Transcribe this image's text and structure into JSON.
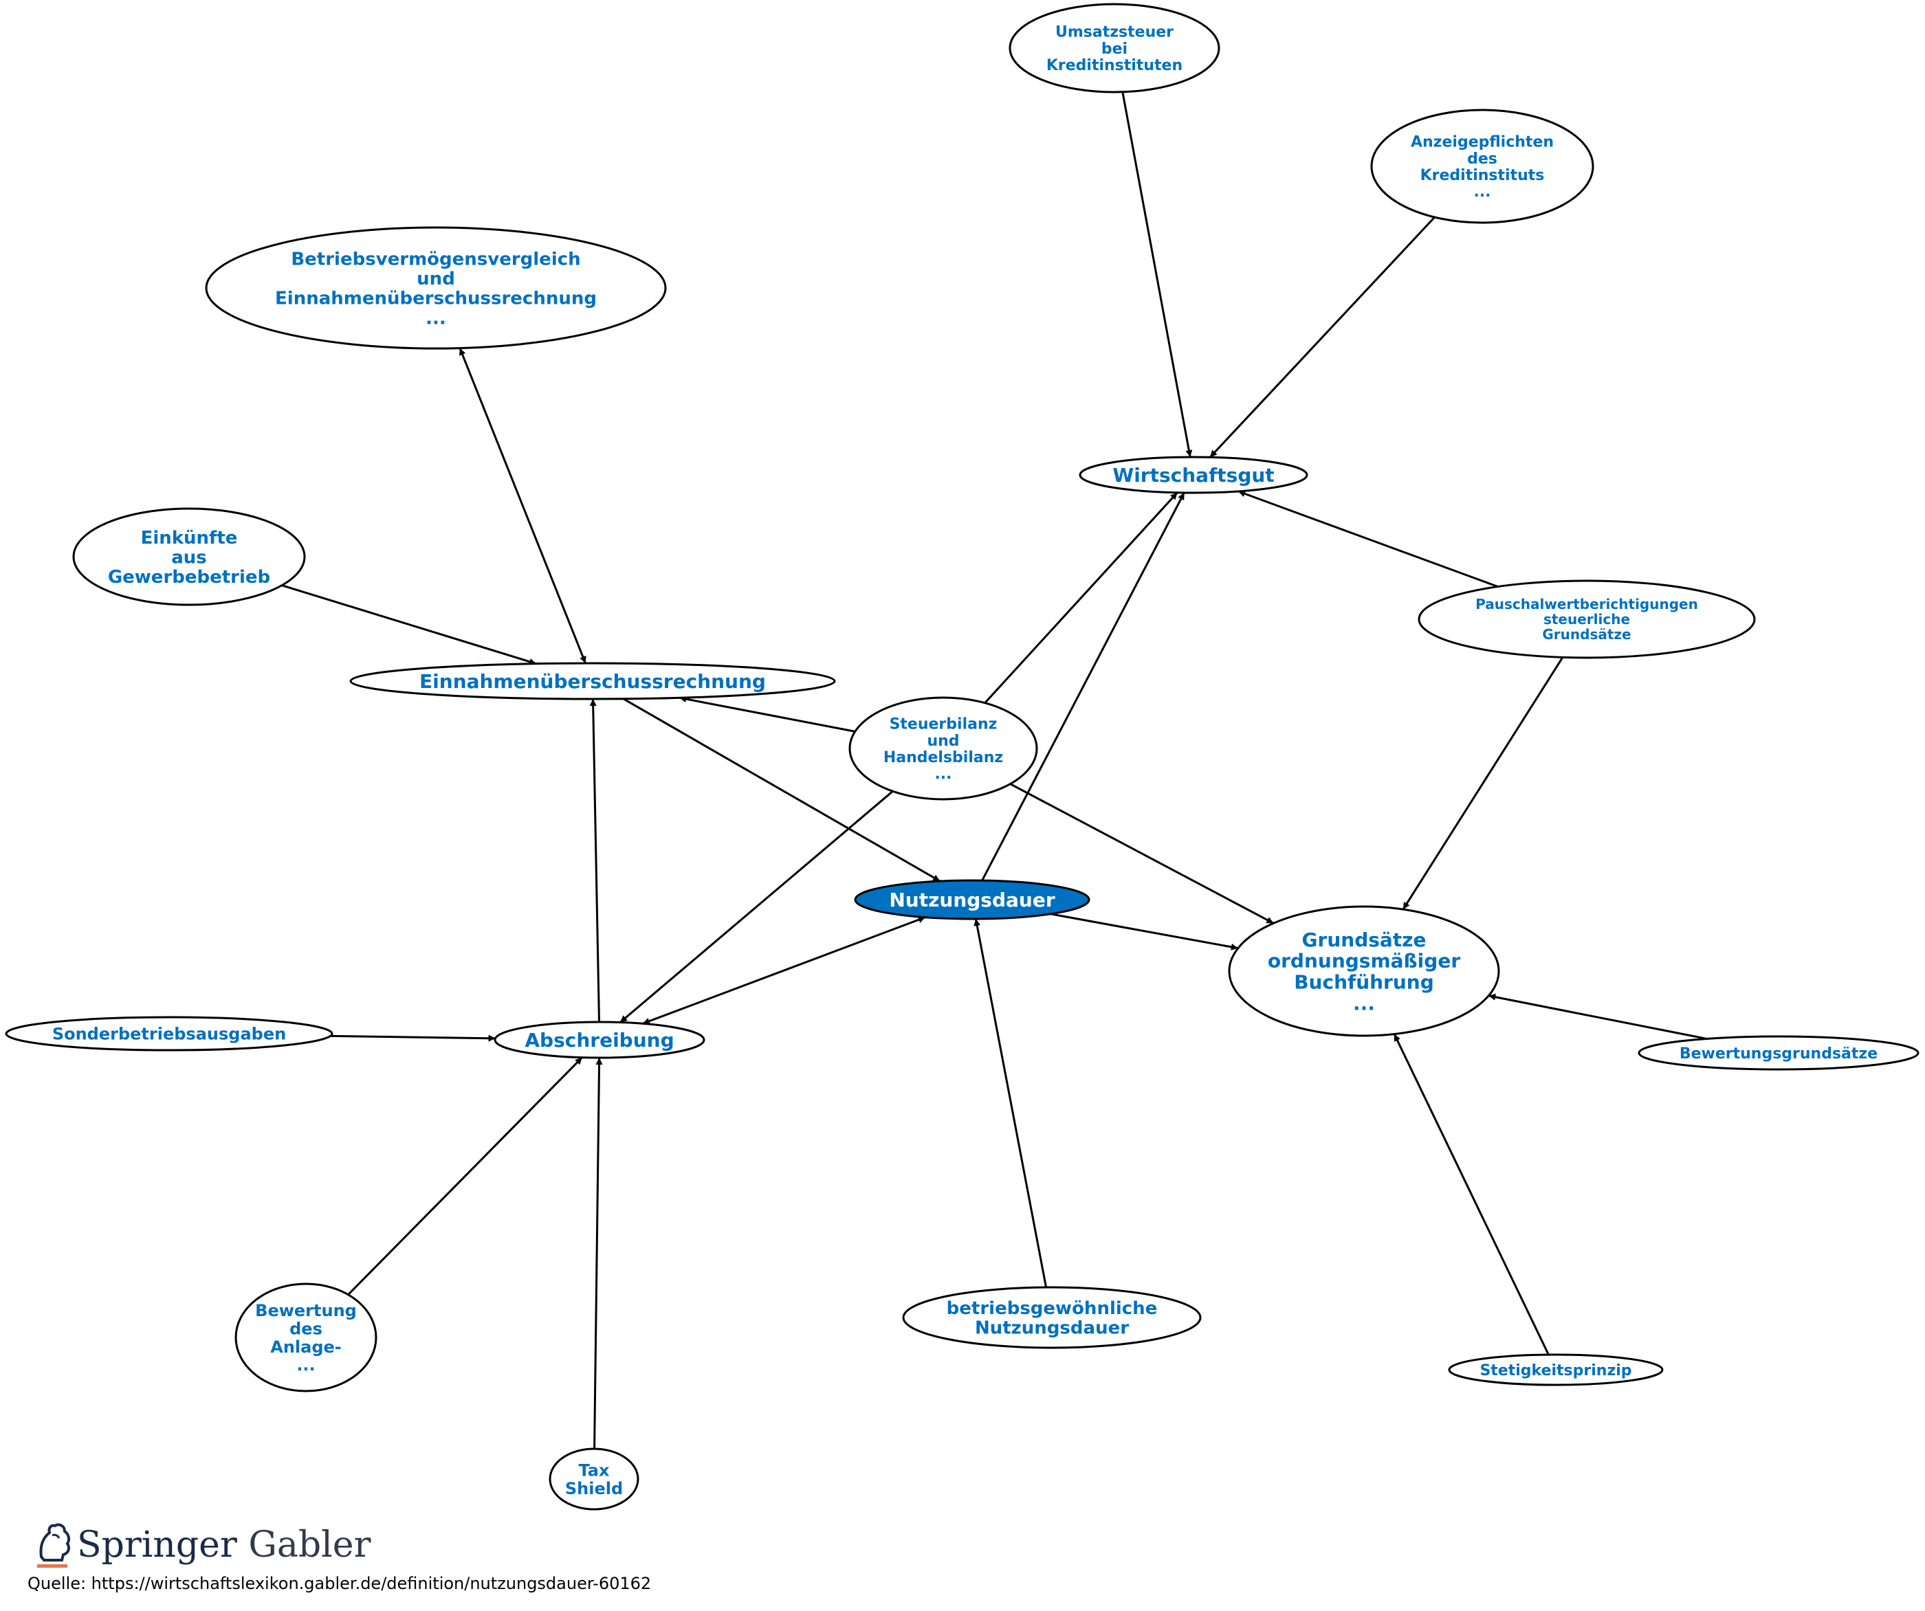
{
  "nodes": [
    {
      "id": "nutzungsdauer",
      "lines": [
        "Nutzungsdauer"
      ],
      "center": true
    },
    {
      "id": "umsatzsteuer",
      "lines": [
        "Umsatzsteuer",
        "bei",
        "Kreditinstituten"
      ]
    },
    {
      "id": "anzeigepflichten",
      "lines": [
        "Anzeigepflichten",
        "des",
        "Kreditinstituts",
        "..."
      ]
    },
    {
      "id": "betriebsvermoegen",
      "lines": [
        "Betriebsvermögensvergleich",
        "und",
        "Einnahmenüberschussrechnung",
        "..."
      ]
    },
    {
      "id": "wirtschaftsgut",
      "lines": [
        "Wirtschaftsgut"
      ]
    },
    {
      "id": "einkuenfte",
      "lines": [
        "Einkünfte",
        "aus",
        "Gewerbebetrieb"
      ]
    },
    {
      "id": "pauschal",
      "lines": [
        "Pauschalwertberichtigungen",
        "steuerliche",
        "Grundsätze"
      ]
    },
    {
      "id": "eur",
      "lines": [
        "Einnahmenüberschussrechnung"
      ]
    },
    {
      "id": "steuerbilanz",
      "lines": [
        "Steuerbilanz",
        "und",
        "Handelsbilanz",
        "..."
      ]
    },
    {
      "id": "gob",
      "lines": [
        "Grundsätze",
        "ordnungsmäßiger",
        "Buchführung",
        "..."
      ]
    },
    {
      "id": "sonder",
      "lines": [
        "Sonderbetriebsausgaben"
      ]
    },
    {
      "id": "abschreibung",
      "lines": [
        "Abschreibung"
      ]
    },
    {
      "id": "bewertungsgrundsaetze",
      "lines": [
        "Bewertungsgrundsätze"
      ]
    },
    {
      "id": "bewertung",
      "lines": [
        "Bewertung",
        "des",
        "Anlage-",
        "..."
      ]
    },
    {
      "id": "betriebsgewoehnlich",
      "lines": [
        "betriebsgewöhnliche",
        "Nutzungsdauer"
      ]
    },
    {
      "id": "stetigkeit",
      "lines": [
        "Stetigkeitsprinzip"
      ]
    },
    {
      "id": "taxshield",
      "lines": [
        "Tax",
        "Shield"
      ]
    }
  ],
  "edges": [
    {
      "from": "umsatzsteuer",
      "to": "wirtschaftsgut"
    },
    {
      "from": "anzeigepflichten",
      "to": "wirtschaftsgut"
    },
    {
      "from": "pauschal",
      "to": "wirtschaftsgut"
    },
    {
      "from": "steuerbilanz",
      "to": "wirtschaftsgut"
    },
    {
      "from": "nutzungsdauer",
      "to": "wirtschaftsgut"
    },
    {
      "from": "eur",
      "to": "betriebsvermoegen",
      "bidirectional": true
    },
    {
      "from": "einkuenfte",
      "to": "eur"
    },
    {
      "from": "steuerbilanz",
      "to": "eur"
    },
    {
      "from": "abschreibung",
      "to": "eur"
    },
    {
      "from": "eur",
      "to": "nutzungsdauer"
    },
    {
      "from": "steuerbilanz",
      "to": "abschreibung"
    },
    {
      "from": "steuerbilanz",
      "to": "gob"
    },
    {
      "from": "pauschal",
      "to": "gob"
    },
    {
      "from": "nutzungsdauer",
      "to": "gob"
    },
    {
      "from": "bewertungsgrundsaetze",
      "to": "gob"
    },
    {
      "from": "stetigkeit",
      "to": "gob"
    },
    {
      "from": "abschreibung",
      "to": "nutzungsdauer",
      "bidirectional": true
    },
    {
      "from": "betriebsgewoehnlich",
      "to": "nutzungsdauer"
    },
    {
      "from": "sonder",
      "to": "abschreibung"
    },
    {
      "from": "bewertung",
      "to": "abschreibung"
    },
    {
      "from": "taxshield",
      "to": "abschreibung"
    }
  ],
  "footer": {
    "logo_springer": "Springer",
    "logo_gabler": "Gabler",
    "source": "Quelle: https://wirtschaftslexikon.gabler.de/definition/nutzungsdauer-60162"
  }
}
